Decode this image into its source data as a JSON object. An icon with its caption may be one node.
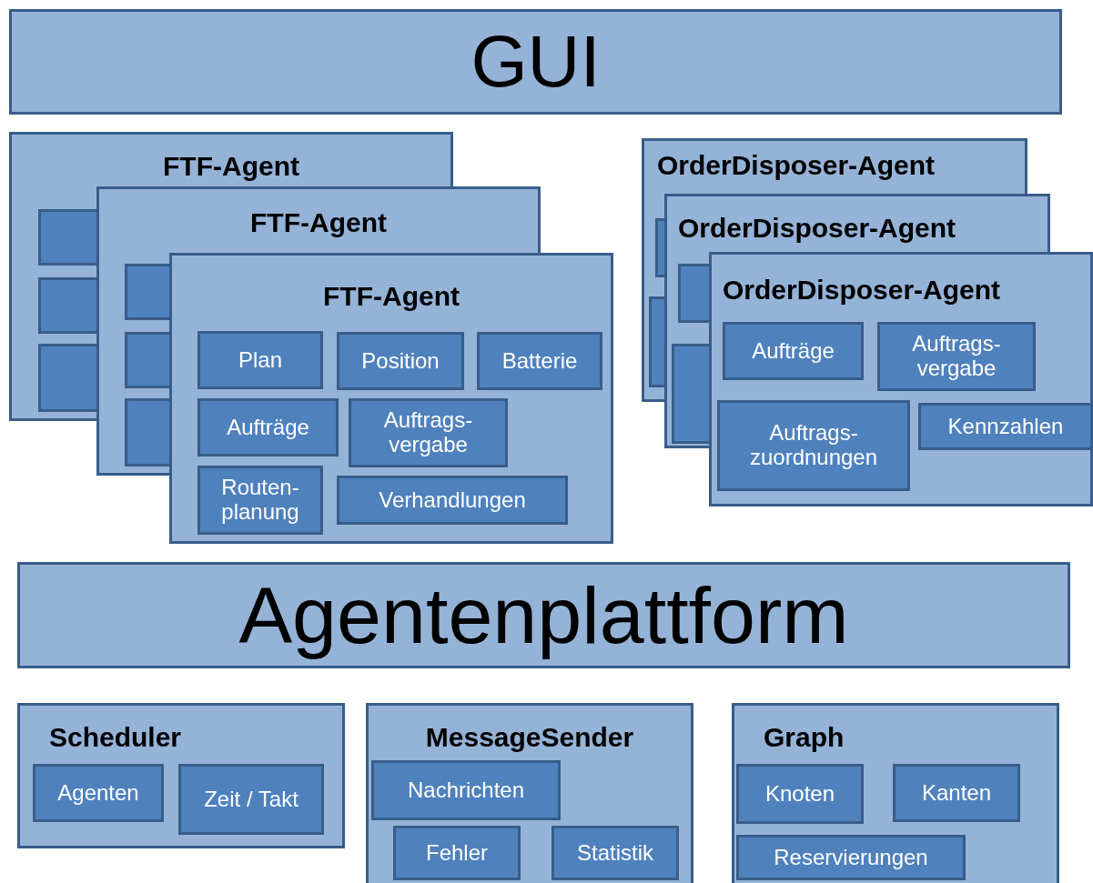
{
  "diagram": {
    "nodes": [
      {
        "text": [
          "GUI"
        ]
      },
      {
        "text": [
          "FTF-Agent"
        ]
      },
      {
        "text": [],
        "shape": "box"
      },
      {
        "text": [],
        "shape": "box"
      },
      {
        "text": [],
        "shape": "box"
      },
      {
        "text": [
          "FTF-Agent"
        ]
      },
      {
        "text": [],
        "shape": "box"
      },
      {
        "text": [],
        "shape": "box"
      },
      {
        "text": [],
        "shape": "box"
      },
      {
        "text": [
          "FTF-Agent"
        ]
      },
      {
        "text": [
          "Plan"
        ],
        "in": 9
      },
      {
        "text": [
          "Position"
        ],
        "in": 9
      },
      {
        "text": [
          "Batterie"
        ],
        "in": 9
      },
      {
        "text": [
          "Aufträge"
        ],
        "in": 9
      },
      {
        "text": [
          "Auftrags- vergabe"
        ],
        "in": 9
      },
      {
        "text": [
          "Routen- planung"
        ],
        "in": 9
      },
      {
        "text": [
          "Verhandlungen"
        ],
        "in": 9
      },
      {
        "text": [
          "OrderDisposer-Agent"
        ]
      },
      {
        "text": [],
        "shape": "box"
      },
      {
        "text": [],
        "shape": "box"
      },
      {
        "text": [
          "OrderDisposer-Agent"
        ]
      },
      {
        "text": [],
        "shape": "box"
      },
      {
        "text": [],
        "shape": "box"
      },
      {
        "text": [
          "OrderDisposer-Agent"
        ]
      },
      {
        "text": [
          "Aufträge"
        ],
        "in": 23
      },
      {
        "text": [
          "Auftrags- vergabe"
        ],
        "in": 23
      },
      {
        "text": [
          "Auftrags- zuordnungen"
        ],
        "in": 23
      },
      {
        "text": [
          "Kennzahlen"
        ],
        "in": 23
      },
      {
        "text": [
          "Agentenplattform"
        ]
      },
      {
        "text": [
          "Scheduler"
        ]
      },
      {
        "text": [
          "Agenten"
        ],
        "in": 29
      },
      {
        "text": [
          "Zeit / Takt"
        ],
        "in": 29
      },
      {
        "text": [
          "MessageSender"
        ]
      },
      {
        "text": [
          "Nachrichten"
        ],
        "in": 32
      },
      {
        "text": [
          "Fehler"
        ],
        "in": 32
      },
      {
        "text": [
          "Statistik"
        ],
        "in": 32
      },
      {
        "text": [
          "Graph"
        ]
      },
      {
        "text": [
          "Knoten"
        ],
        "in": 36
      },
      {
        "text": [
          "Kanten"
        ],
        "in": 36
      },
      {
        "text": [
          "Reservierungen"
        ],
        "in": 36
      }
    ]
  }
}
